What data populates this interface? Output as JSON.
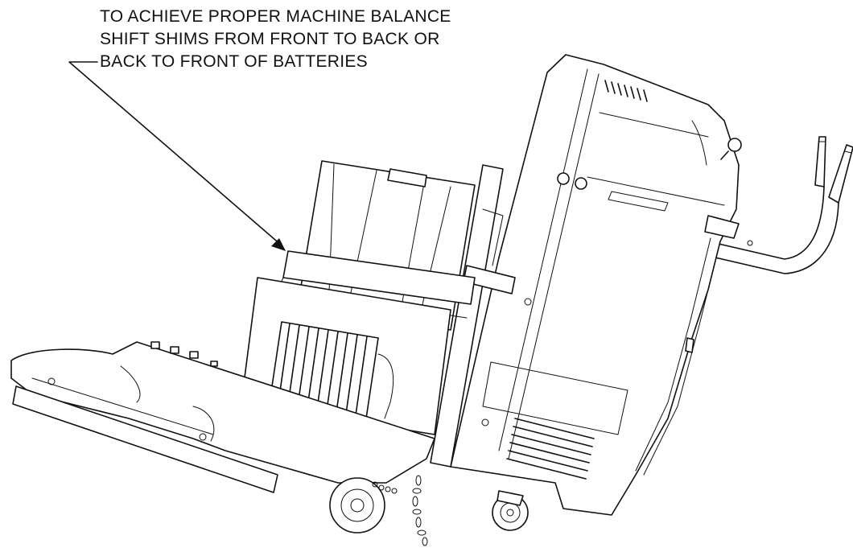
{
  "note": {
    "lines": [
      "TO ACHIEVE PROPER MACHINE BALANCE",
      "SHIFT SHIMS FROM FRONT TO BACK OR",
      "BACK TO FRONT OF BATTERIES"
    ]
  }
}
